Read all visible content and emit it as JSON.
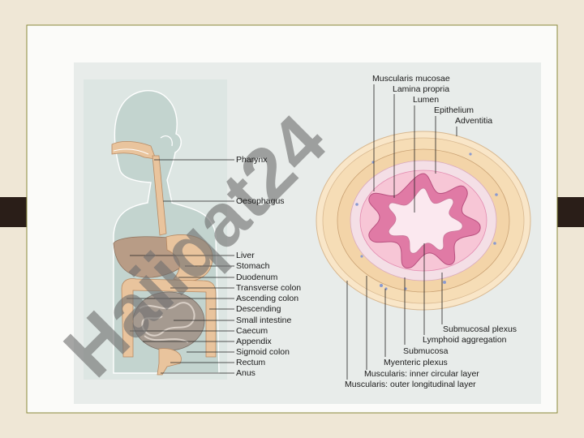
{
  "colors": {
    "background": "#efe7d6",
    "frame_border": "#8a8a3a",
    "panel": "#e8ecea",
    "body_silhouette": "#c3d4cf",
    "tract": "#e9c49d",
    "mucosa": "#e07aa5",
    "submucosa": "#f4dfe6",
    "muscle": "#f6ddb6",
    "watermark": "#6f6f6f",
    "side_tab": "#2a1e18"
  },
  "watermark": {
    "text": "Haiiqat24"
  },
  "left_labels": [
    "Pharynx",
    "Oesophagus",
    "Liver",
    "Stomach",
    "Duodenum",
    "Transverse colon",
    "Ascending colon",
    "Descending",
    "Small intestine",
    "Caecum",
    "Appendix",
    "Sigmoid colon",
    "Rectum",
    "Anus"
  ],
  "right_top_labels": [
    "Muscularis mucosae",
    "Lamina propria",
    "Lumen",
    "Epithelium",
    "Adventitia"
  ],
  "right_bottom_labels": [
    "Submucosal plexus",
    "Lymphoid aggregation",
    "Submucosa",
    "Myenteric plexus",
    "Muscularis: inner circular layer",
    "Muscularis: outer longitudinal layer"
  ]
}
